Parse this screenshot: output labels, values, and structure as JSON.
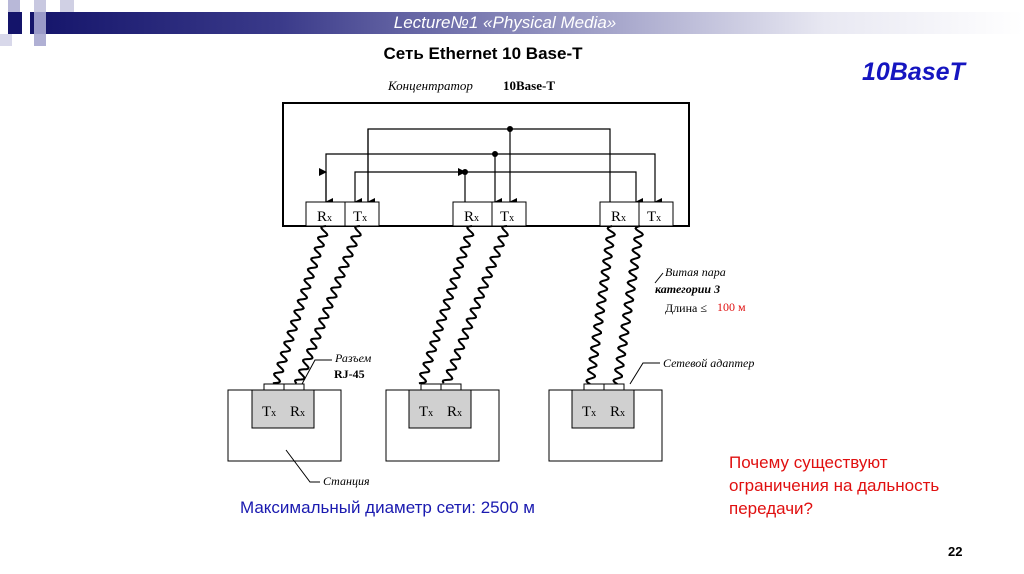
{
  "header": {
    "lecture": "Lecture№1 «Physical Media»"
  },
  "slide": {
    "title": "Сеть Ethernet  10 Base-T",
    "badge": "10BaseT",
    "page": "22",
    "max_diameter": "Максимальный диаметр сети: 2500 м",
    "question": "Почему существуют ограничения на дальность передачи?"
  },
  "diagram": {
    "hub_label": "Концентратор",
    "hub_model": "10Base-T",
    "rx": "R",
    "tx": "T",
    "sub": "x",
    "twisted_pair": "Витая пара",
    "category": "категории 3",
    "length_label": "Длина ≤",
    "length_value": "100 м",
    "connector": "Разъем",
    "connector_model": "RJ-45",
    "adapter": "Сетевой адаптер",
    "station": "Станция",
    "accent": "#e01010"
  }
}
